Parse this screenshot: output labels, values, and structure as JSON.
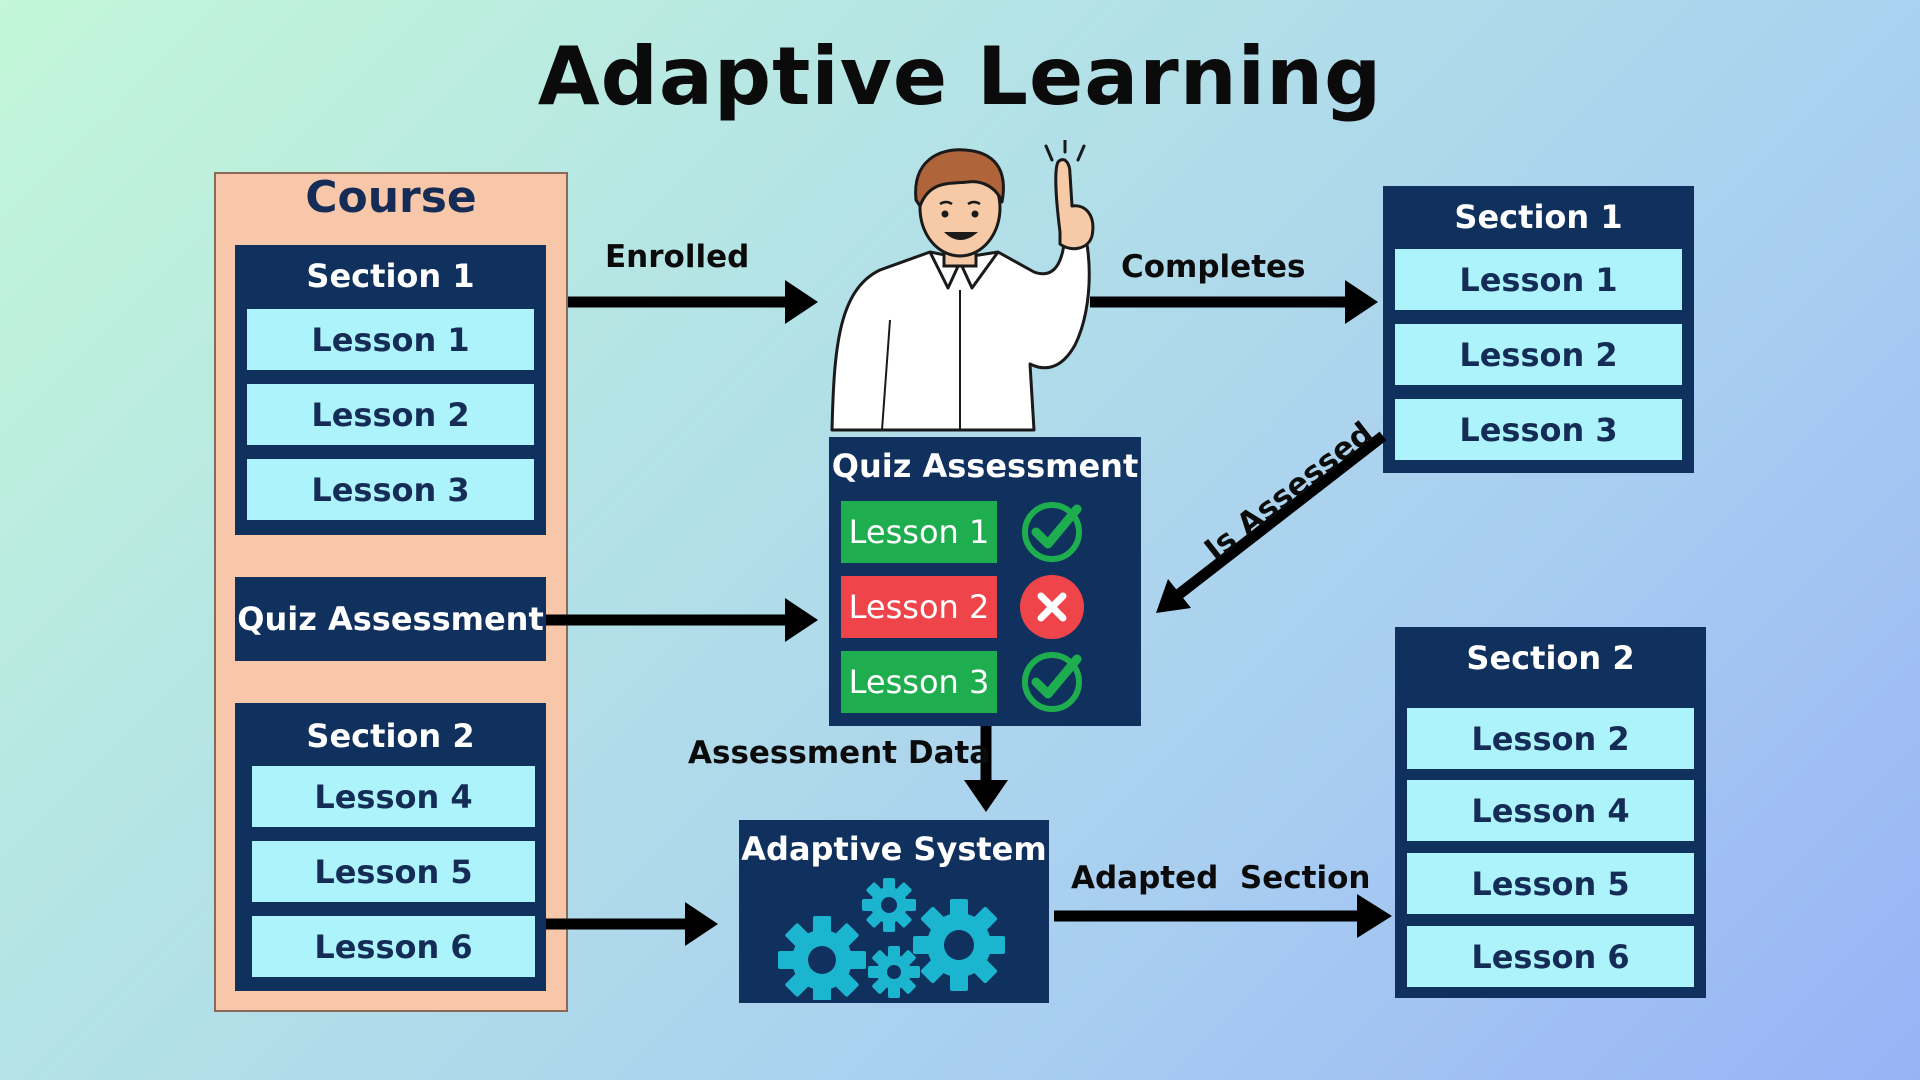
{
  "title": "Adaptive Learning",
  "course": {
    "title": "Course",
    "section1": {
      "title": "Section 1",
      "lessons": [
        "Lesson 1",
        "Lesson 2",
        "Lesson 3"
      ]
    },
    "quiz_label": "Quiz Assessment",
    "section2": {
      "title": "Section 2",
      "lessons": [
        "Lesson 4",
        "Lesson 5",
        "Lesson 6"
      ]
    }
  },
  "arrows": {
    "enrolled": "Enrolled",
    "completes": "Completes",
    "is_assessed": "Is Assessed",
    "assessment_data": "Assessment Data",
    "adapted_section": "Adapted  Section"
  },
  "quiz": {
    "title": "Quiz Assessment",
    "rows": [
      {
        "label": "Lesson 1",
        "status": "pass"
      },
      {
        "label": "Lesson 2",
        "status": "fail"
      },
      {
        "label": "Lesson 3",
        "status": "pass"
      }
    ]
  },
  "right_section1": {
    "title": "Section 1",
    "lessons": [
      "Lesson 1",
      "Lesson 2",
      "Lesson 3"
    ]
  },
  "adaptive_system": {
    "title": "Adaptive System"
  },
  "adapted_section": {
    "title": "Section 2",
    "lessons": [
      "Lesson 2",
      "Lesson 4",
      "Lesson 5",
      "Lesson 6"
    ]
  },
  "colors": {
    "navy": "#10305e",
    "lesson_fill": "#adf3fb",
    "course_panel": "#f8c7a9",
    "pass_green": "#1fae4f",
    "fail_red": "#f0444b"
  }
}
